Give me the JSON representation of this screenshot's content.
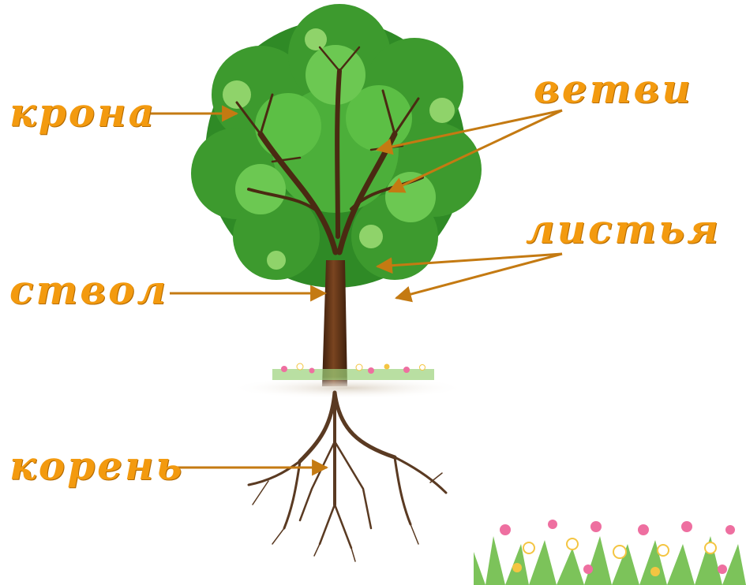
{
  "labels": {
    "crown": "крона",
    "branches": "ветви",
    "leaves": "листья",
    "trunk": "ствол",
    "root": "корень"
  },
  "colors": {
    "label": "#f39a0f",
    "arrow": "#c47a12",
    "foliage_dark": "#2f8a26",
    "foliage_mid": "#4caf3a",
    "foliage_light": "#8fd36a",
    "trunk": "#5b3216",
    "root": "#5a3a22",
    "flower_pink": "#ee6fa0",
    "flower_white": "#ffffff",
    "flower_yellow": "#f4c542"
  }
}
